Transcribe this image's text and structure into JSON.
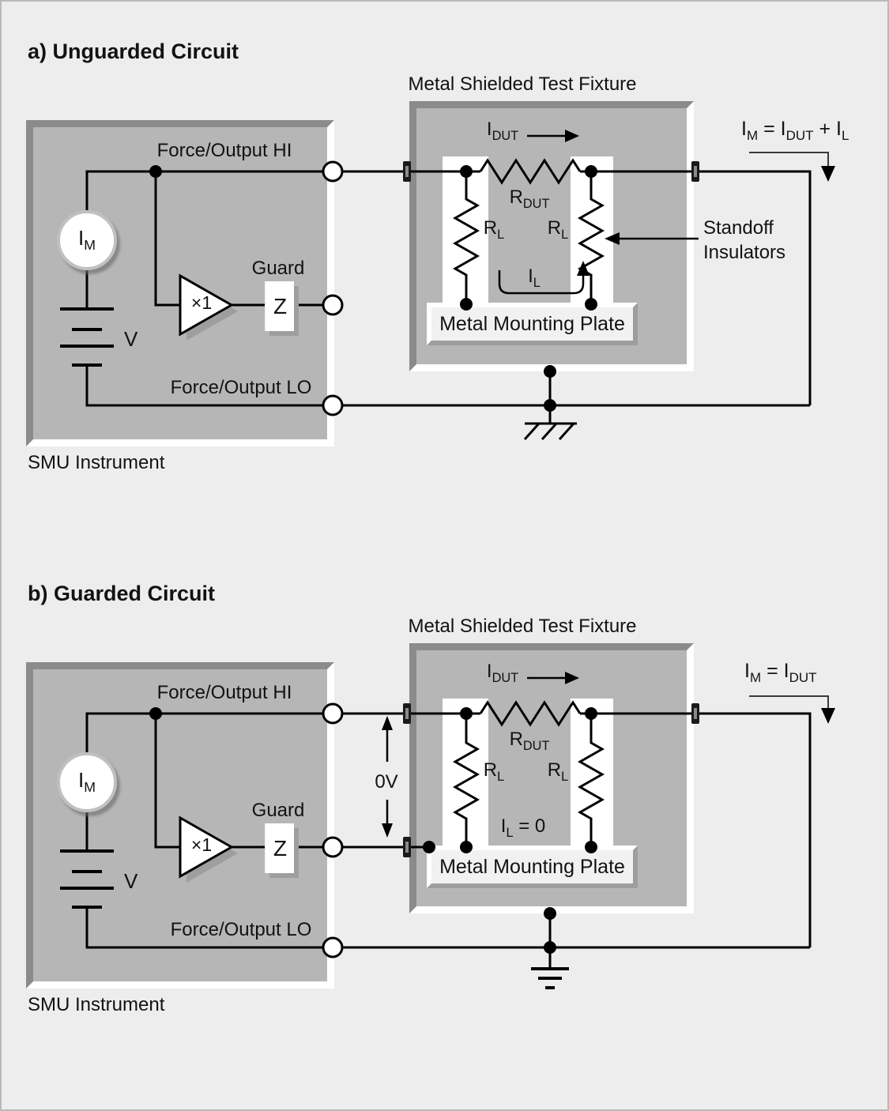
{
  "canvas": {
    "bg": "#ededed",
    "panel_gray": "#b6b6b6",
    "edge_dark": "#8b8b8b",
    "plate_fill": "#f1f1f1",
    "shadow_gray": "#9e9e9e",
    "line_black": "#000000"
  },
  "circuits": [
    {
      "title": "a) Unguarded Circuit",
      "fixture_label": "Metal Shielded Test Fixture",
      "smu_label": "SMU Instrument",
      "plate_label": "Metal Mounting Plate",
      "force_hi": "Force/Output HI",
      "force_lo": "Force/Output LO",
      "guard_label": "Guard",
      "buffer_label": "×1",
      "z_label": "Z",
      "v_label": "V",
      "meter": {
        "t": "I",
        "s": "M"
      },
      "i_dut": {
        "t": "I",
        "s": "DUT"
      },
      "r_dut": {
        "t": "R",
        "s": "DUT"
      },
      "r_l": {
        "t": "R",
        "s": "L"
      },
      "i_l": {
        "t": "I",
        "s": "L"
      },
      "standoff_line1": "Standoff",
      "standoff_line2": "Insulators",
      "formula": [
        {
          "t": "I",
          "s": "M"
        },
        {
          "t": " = "
        },
        {
          "t": "I",
          "s": "DUT"
        },
        {
          "t": " + "
        },
        {
          "t": "I",
          "s": "L"
        }
      ]
    },
    {
      "title": "b) Guarded Circuit",
      "fixture_label": "Metal Shielded Test Fixture",
      "smu_label": "SMU Instrument",
      "plate_label": "Metal Mounting Plate",
      "force_hi": "Force/Output HI",
      "force_lo": "Force/Output LO",
      "guard_label": "Guard",
      "buffer_label": "×1",
      "z_label": "Z",
      "v_label": "V",
      "meter": {
        "t": "I",
        "s": "M"
      },
      "i_dut": {
        "t": "I",
        "s": "DUT"
      },
      "r_dut": {
        "t": "R",
        "s": "DUT"
      },
      "r_l": {
        "t": "R",
        "s": "L"
      },
      "i_l_zero": [
        {
          "t": "I",
          "s": "L"
        },
        {
          "t": " = 0"
        }
      ],
      "zero_v": "0V",
      "formula": [
        {
          "t": "I",
          "s": "M"
        },
        {
          "t": " = "
        },
        {
          "t": "I",
          "s": "DUT"
        }
      ]
    }
  ]
}
